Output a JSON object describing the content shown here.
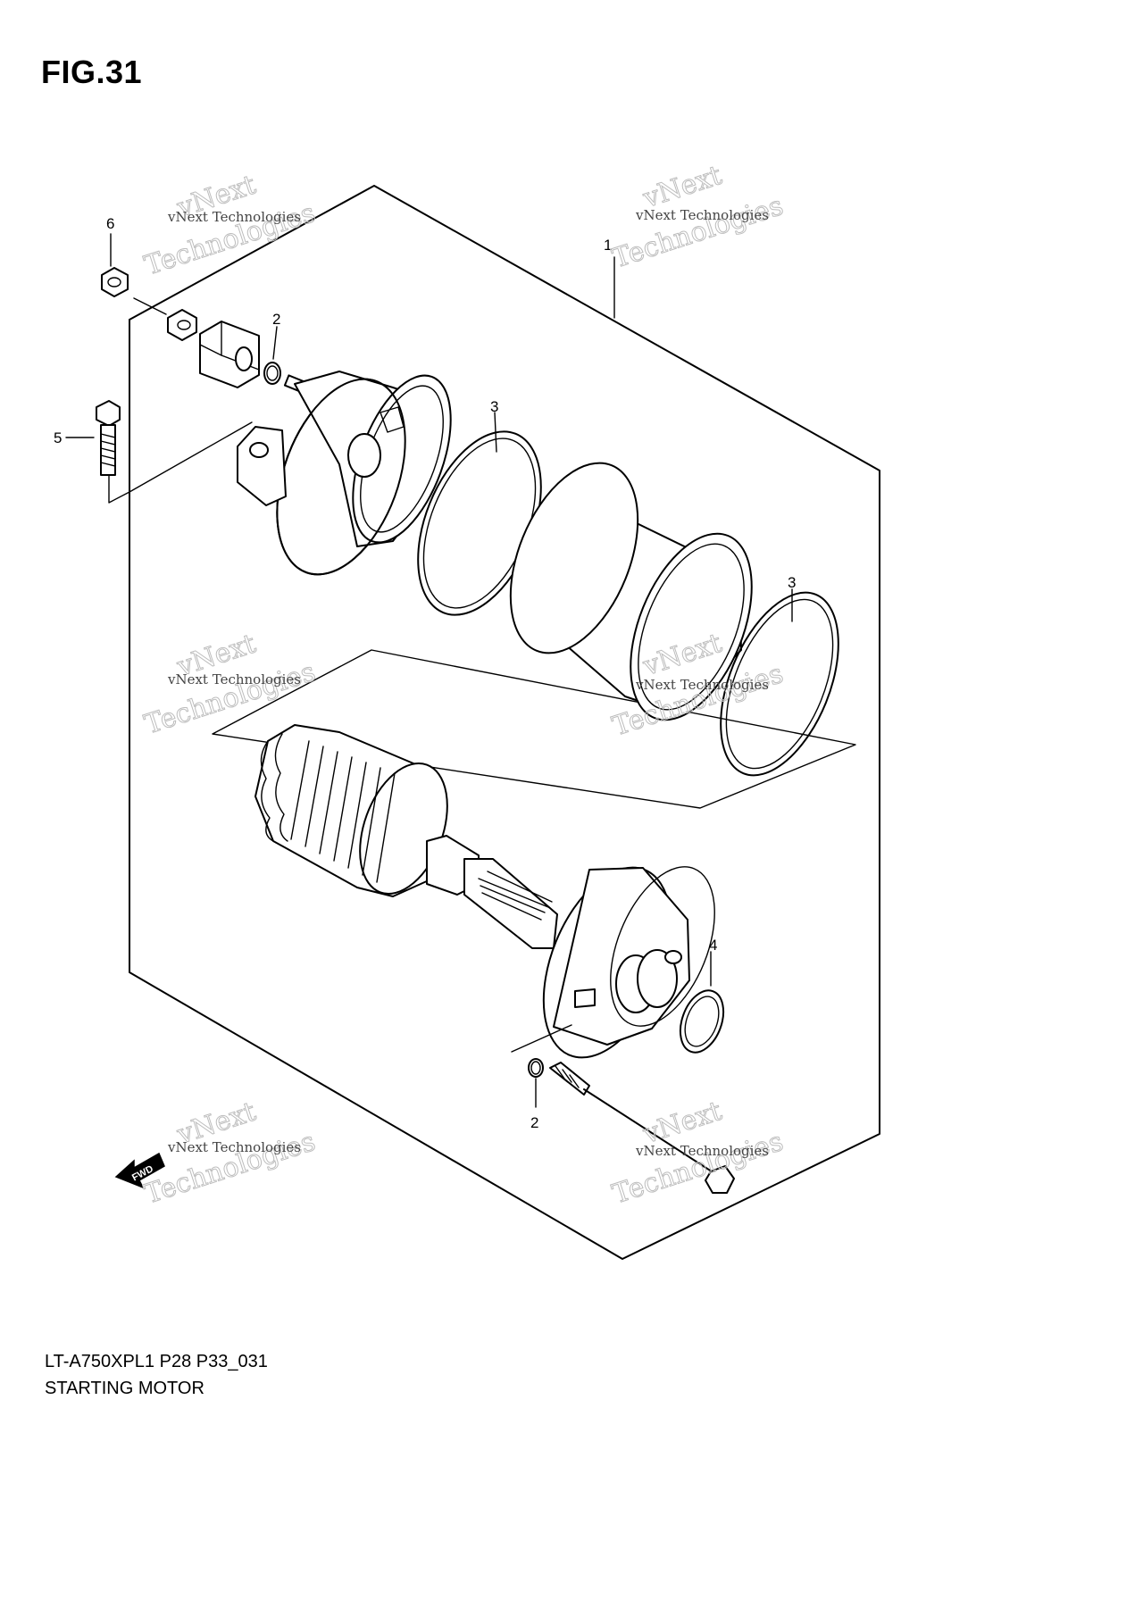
{
  "figure": {
    "title": "FIG.31",
    "model_code": "LT-A750XPL1 P28 P33_031",
    "name": "STARTING MOTOR"
  },
  "callouts": [
    "1",
    "2",
    "2",
    "3",
    "3",
    "4",
    "5",
    "6"
  ],
  "watermark": {
    "line_top": "vNext",
    "line_main": "vNext Technologies",
    "line_bottom": "Technologies"
  },
  "direction_arrow": {
    "label": "FWD",
    "icon": "fwd-arrow-icon"
  }
}
